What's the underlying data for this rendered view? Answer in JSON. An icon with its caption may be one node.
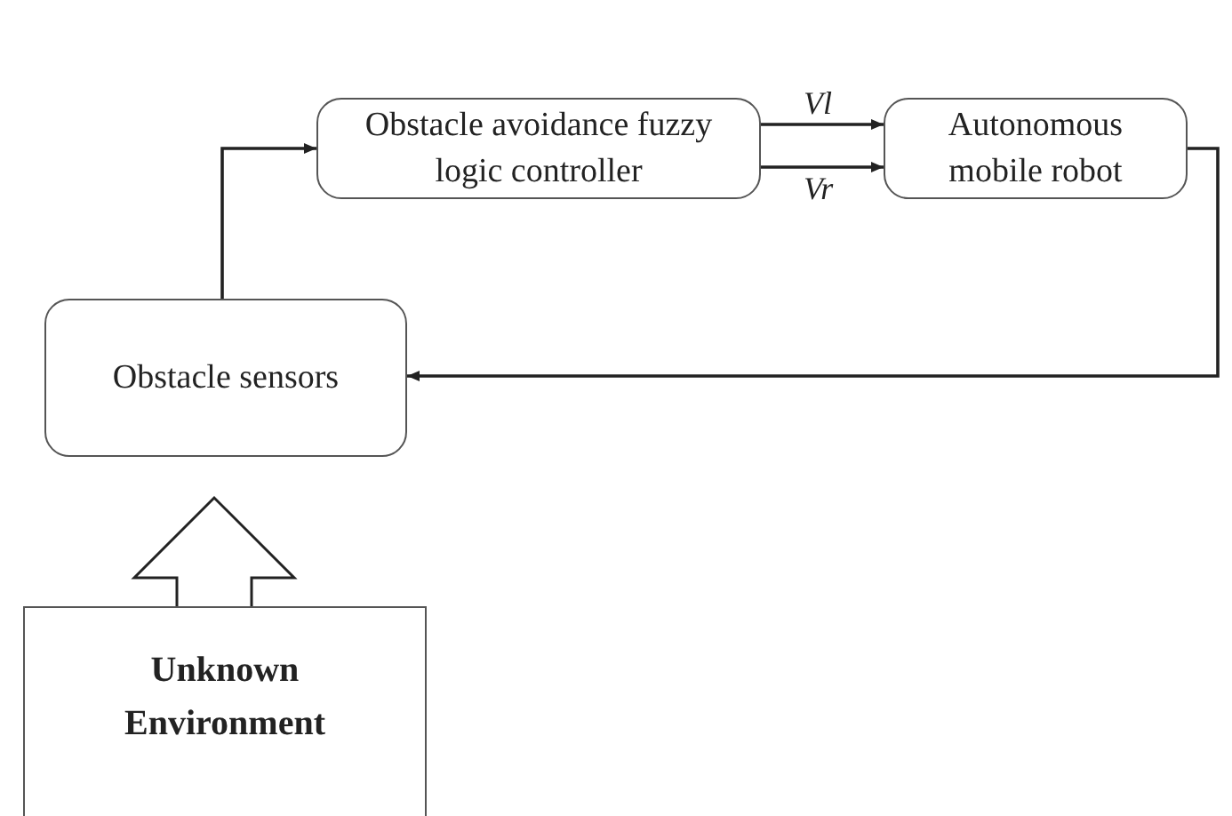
{
  "diagram": {
    "nodes": [
      {
        "text": [
          "Obstacle avoidance fuzzy logic controller"
        ]
      },
      {
        "text": [
          "Autonomous mobile robot"
        ]
      },
      {
        "text": [
          "Obstacle sensors"
        ]
      },
      {
        "text": [
          "Unknown Environment"
        ]
      }
    ],
    "edges": [
      {
        "from": 0,
        "to": 1,
        "arrow": "to",
        "label": "Vl"
      },
      {
        "from": 0,
        "to": 1,
        "arrow": "to",
        "label": "Vr"
      },
      {
        "from": 2,
        "to": 0,
        "arrow": "to"
      },
      {
        "from": 1,
        "to": 2,
        "arrow": "to"
      },
      {
        "from": 3,
        "to": 2,
        "arrow": "to",
        "style": "thick"
      }
    ]
  }
}
